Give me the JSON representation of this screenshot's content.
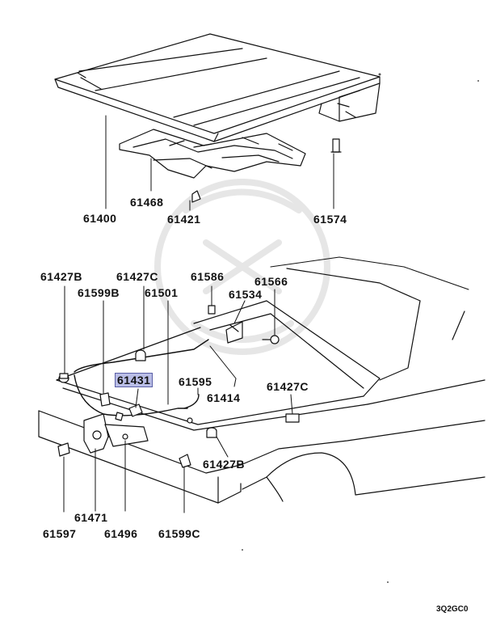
{
  "diagram": {
    "drawing_code": "3Q2GC0",
    "highlighted_part": "61431",
    "colors": {
      "highlight": "#b9bde6",
      "ink": "#111111",
      "watermark": "#e4e4e4"
    },
    "parts": [
      {
        "id": "p61400",
        "number": "61400"
      },
      {
        "id": "p61468",
        "number": "61468"
      },
      {
        "id": "p61421",
        "number": "61421"
      },
      {
        "id": "p61574",
        "number": "61574"
      },
      {
        "id": "p61427b_top",
        "number": "61427B"
      },
      {
        "id": "p61427c_top",
        "number": "61427C"
      },
      {
        "id": "p61586",
        "number": "61586"
      },
      {
        "id": "p61566",
        "number": "61566"
      },
      {
        "id": "p61599b",
        "number": "61599B"
      },
      {
        "id": "p61501",
        "number": "61501"
      },
      {
        "id": "p61534",
        "number": "61534"
      },
      {
        "id": "p61431",
        "number": "61431"
      },
      {
        "id": "p61595",
        "number": "61595"
      },
      {
        "id": "p61414",
        "number": "61414"
      },
      {
        "id": "p61427c_right",
        "number": "61427C"
      },
      {
        "id": "p61427b_bottom",
        "number": "61427B"
      },
      {
        "id": "p61471",
        "number": "61471"
      },
      {
        "id": "p61597",
        "number": "61597"
      },
      {
        "id": "p61496",
        "number": "61496"
      },
      {
        "id": "p61599c",
        "number": "61599C"
      }
    ]
  }
}
